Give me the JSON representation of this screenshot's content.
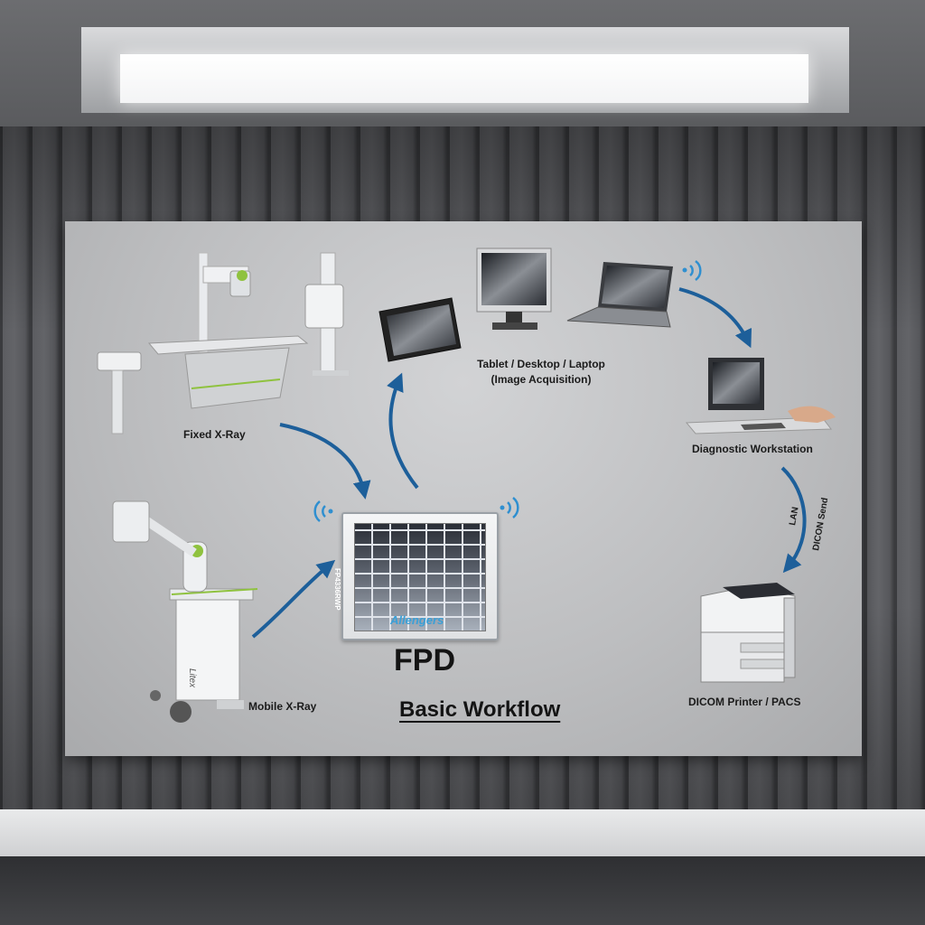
{
  "diagram": {
    "title": "Basic Workflow",
    "center_device": "FPD",
    "fpd_brand": "Allengers",
    "fpd_model": "FP4336RWP",
    "nodes": {
      "fixed_xray": "Fixed X-Ray",
      "mobile_xray": "Mobile X-Ray",
      "acquisition_line1": "Tablet / Desktop / Laptop",
      "acquisition_line2": "(Image Acquisition)",
      "workstation": "Diagnostic Workstation",
      "printer": "DICOM Printer / PACS"
    },
    "link_labels": {
      "lan": "LAN",
      "dicom_send": "DICON Send"
    },
    "device_branding": {
      "mobile_unit": "Litex"
    }
  },
  "colors": {
    "arrow": "#1d5f9a",
    "wifi": "#2f8fd0",
    "accent_green": "#8fc23f"
  }
}
